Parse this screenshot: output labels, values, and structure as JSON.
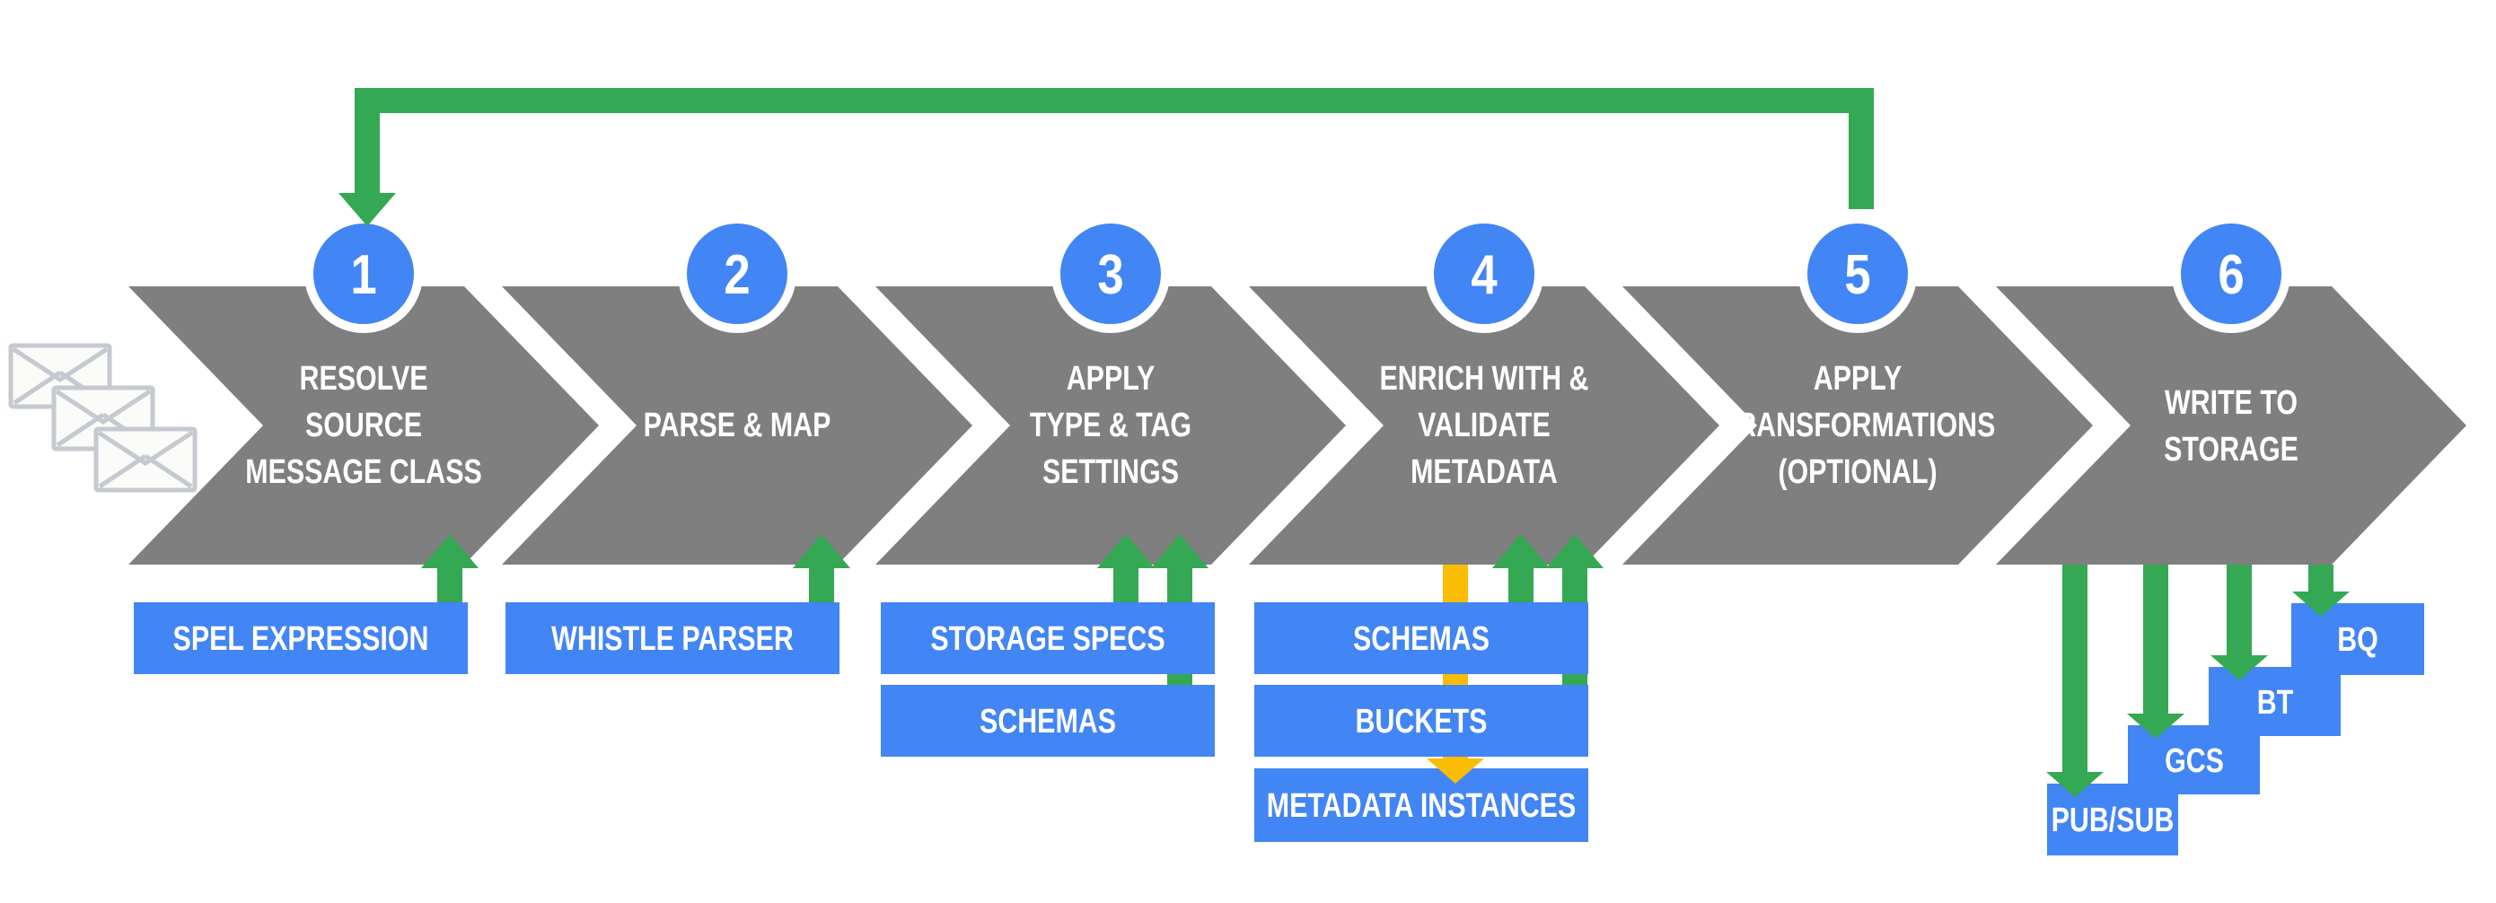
{
  "diagram": {
    "type": "pipeline-flow",
    "feedback_loop": {
      "from_step": "5",
      "to_step": "1"
    },
    "colors": {
      "chevron_gray": "#7F7F7F",
      "box_blue": "#4285F4",
      "circle_blue": "#4285F4",
      "arrow_green": "#34A853",
      "arrow_yellow": "#FBBC04",
      "envelope_stroke": "#C5C9D0",
      "text_white": "#FFFFFF"
    },
    "source_icon": "envelope-stack",
    "steps": [
      {
        "number": "1",
        "label_lines": [
          "RESOLVE",
          "SOURCE",
          "MESSAGE CLASS"
        ],
        "input_boxes": [
          "SPEL EXPRESSION"
        ]
      },
      {
        "number": "2",
        "label_lines": [
          "PARSE & MAP"
        ],
        "input_boxes": [
          "WHISTLE PARSER"
        ]
      },
      {
        "number": "3",
        "label_lines": [
          "APPLY",
          "TYPE & TAG",
          "SETTINGS"
        ],
        "input_boxes": [
          "STORAGE SPECS",
          "SCHEMAS"
        ]
      },
      {
        "number": "4",
        "label_lines": [
          "ENRICH WITH &",
          "VALIDATE",
          "METADATA"
        ],
        "input_boxes": [
          "SCHEMAS",
          "BUCKETS"
        ],
        "output_boxes": [
          "METADATA INSTANCES"
        ]
      },
      {
        "number": "5",
        "label_lines": [
          "APPLY",
          "TRANSFORMATIONS",
          "(OPTIONAL)"
        ]
      },
      {
        "number": "6",
        "label_lines": [
          "WRITE TO",
          "STORAGE"
        ],
        "output_boxes": [
          "PUB/SUB",
          "GCS",
          "BT",
          "BQ"
        ]
      }
    ]
  }
}
